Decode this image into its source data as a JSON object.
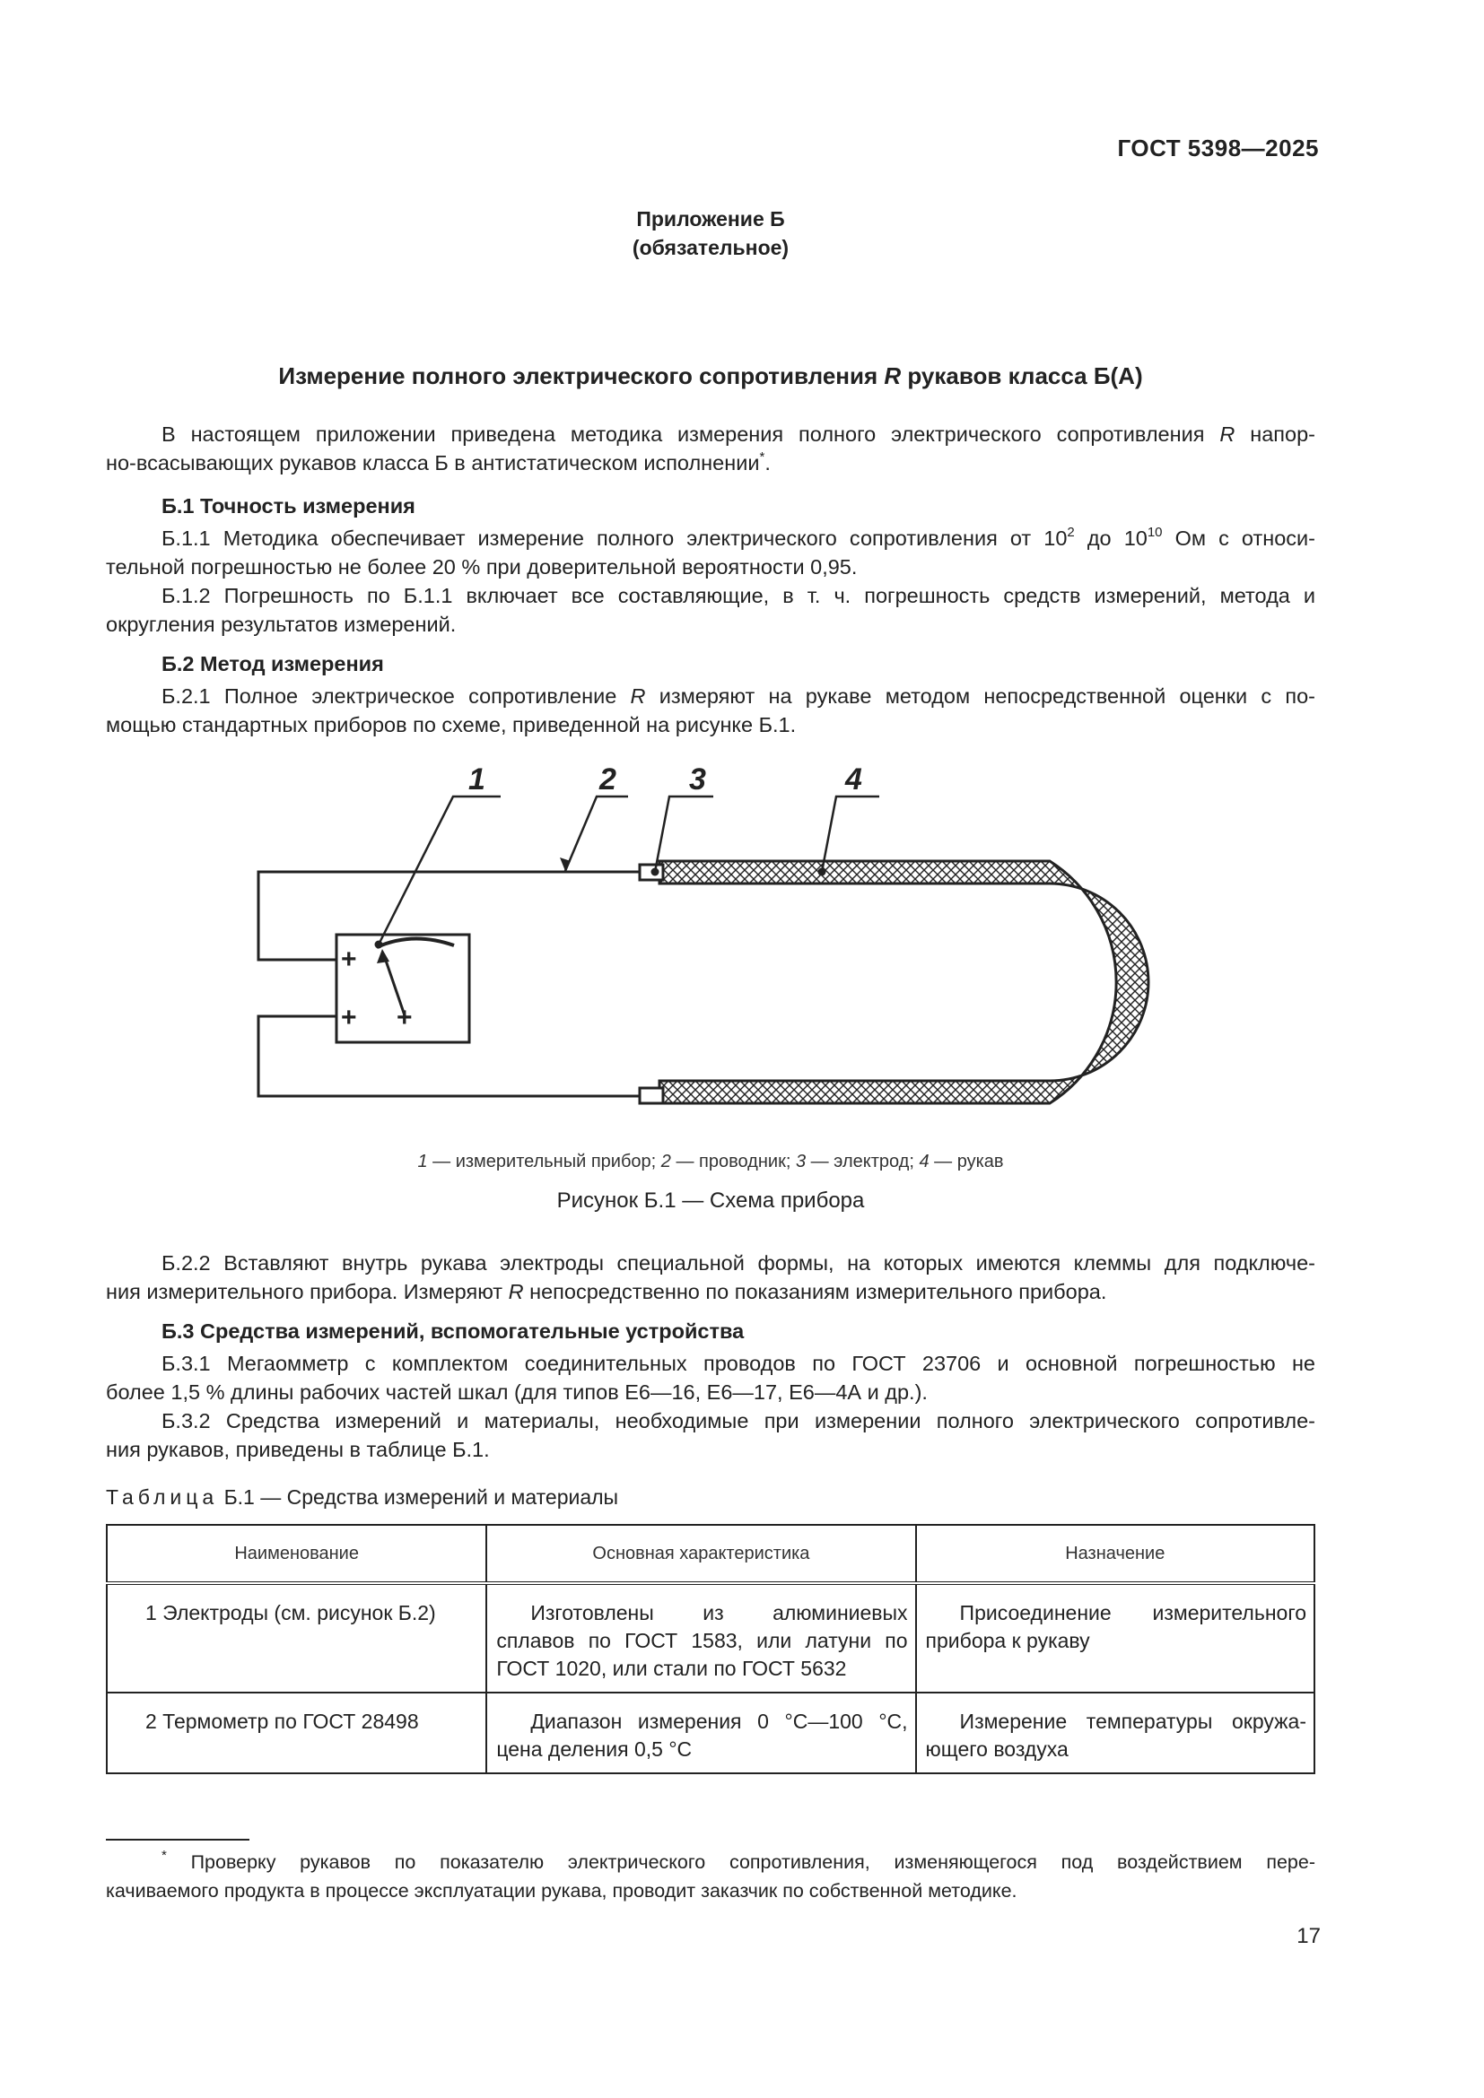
{
  "header": {
    "doc_code": "ГОСТ 5398—2025"
  },
  "appendix": {
    "label": "Приложение Б",
    "status": "(обязательное)"
  },
  "title": {
    "before": "Измерение полного электрического сопротивления ",
    "symbol": "R",
    "after": " рукавов класса Б(А)"
  },
  "intro": {
    "line1a": "В настоящем приложении приведена методика измерения полного электрического сопротивления ",
    "line1_sym": "R",
    "line1b": " напор-",
    "line2": "но-всасывающих рукавов класса Б в антистатическом исполнении",
    "line2_sup": "*",
    "line2_end": "."
  },
  "b1": {
    "heading": "Б.1  Точность измерения",
    "p1a": "Б.1.1  Методика обеспечивает измерение полного электрического сопротивления от 10",
    "p1_exp1": "2",
    "p1b": " до 10",
    "p1_exp2": "10",
    "p1c": " Ом с относи-",
    "p1_line2": "тельной погрешностью не более 20 % при доверительной вероятности 0,95.",
    "p2_line1": "Б.1.2  Погрешность по Б.1.1 включает все составляющие, в т. ч. погрешность средств измерений, метода и",
    "p2_line2": "округления результатов измерений."
  },
  "b2": {
    "heading": "Б.2  Метод измерения",
    "p1a": "Б.2.1  Полное электрическое сопротивление ",
    "p1_sym": "R",
    "p1b": " измеряют на рукаве методом непосредственной оценки с по-",
    "p1_line2": "мощью стандартных приборов по схеме, приведенной на рисунке Б.1.",
    "figure": {
      "labels": [
        "1",
        "2",
        "3",
        "4"
      ],
      "legend": [
        {
          "num": "1",
          "text": " — измерительный прибор; "
        },
        {
          "num": "2",
          "text": " — проводник; "
        },
        {
          "num": "3",
          "text": " — электрод; "
        },
        {
          "num": "4",
          "text": " — рукав"
        }
      ],
      "caption": "Рисунок Б.1 — Схема прибора"
    },
    "p2_line1": "Б.2.2  Вставляют внутрь рукава электроды специальной формы, на которых имеются клеммы для подключе-",
    "p2_line2a": "ния измерительного прибора. Измеряют ",
    "p2_sym": "R",
    "p2_line2b": " непосредственно по показаниям измерительного прибора."
  },
  "b3": {
    "heading": "Б.3  Средства измерений, вспомогательные устройства",
    "p1_line1": "Б.3.1  Мегаомметр с комплектом соединительных проводов по ГОСТ 23706 и основной погрешностью не",
    "p1_line2": "более 1,5 % длины рабочих частей шкал (для типов Е6—16, Е6—17, Е6—4А и др.).",
    "p2_line1": "Б.3.2  Средства измерений и материалы, необходимые при измерении полного электрического сопротивле-",
    "p2_line2": "ния рукавов, приведены в таблице Б.1."
  },
  "table": {
    "caption_word": "Таблица",
    "caption_rest": " Б.1 — Средства измерений и материалы",
    "headers": [
      "Наименование",
      "Основная характеристика",
      "Назначение"
    ],
    "rows": [
      {
        "name": "1  Электроды (см. рисунок Б.2)",
        "char_l1": "Изготовлены   из   алюминиевых",
        "char_l2": "сплавов по ГОСТ 1583, или латуни по",
        "char_l3": "ГОСТ 1020, или стали по ГОСТ 5632",
        "purpose_l1": "Присоединение  измерительного",
        "purpose_l2": "прибора к рукаву"
      },
      {
        "name": "2  Термометр по ГОСТ 28498",
        "char_l1": "Диапазон измерения 0 °С—100 °С,",
        "char_l2": "цена деления 0,5 °С",
        "purpose_l1": "Измерение температуры окружа-",
        "purpose_l2": "ющего воздуха"
      }
    ]
  },
  "footnote": {
    "mark": "*",
    "line1": " Проверку рукавов по показателю электрического сопротивления, изменяющегося под воздействием пере-",
    "line2": "качиваемого продукта в процессе эксплуатации рукава, проводит заказчик по собственной методике."
  },
  "page_number": "17"
}
